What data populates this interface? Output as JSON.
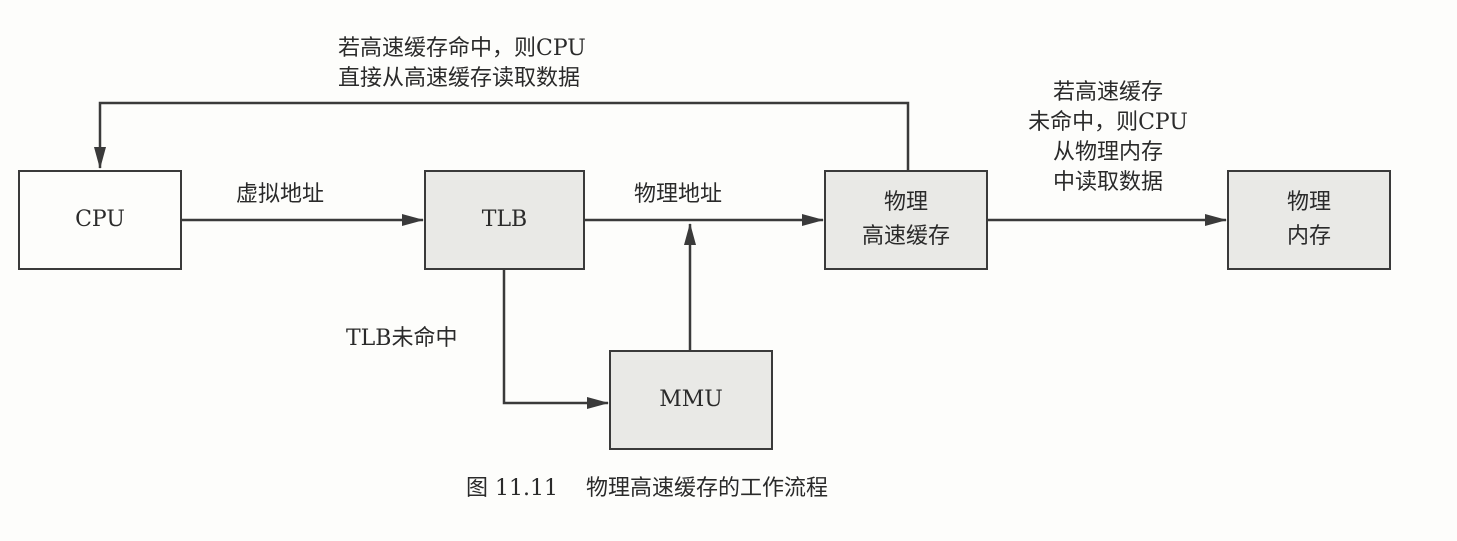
{
  "boxes": {
    "cpu": "CPU",
    "tlb": "TLB",
    "mmu": "MMU",
    "cache": "物理\n高速缓存",
    "memory": "物理\n内存"
  },
  "labels": {
    "cache_hit": "若高速缓存命中，则CPU\n直接从高速缓存读取数据",
    "cache_miss": "若高速缓存\n未命中，则CPU\n从物理内存\n中读取数据",
    "virtual_address": "虚拟地址",
    "physical_address": "物理地址",
    "tlb_miss": "TLB未命中"
  },
  "caption": {
    "number": "图 11.11",
    "title": "物理高速缓存的工作流程"
  }
}
